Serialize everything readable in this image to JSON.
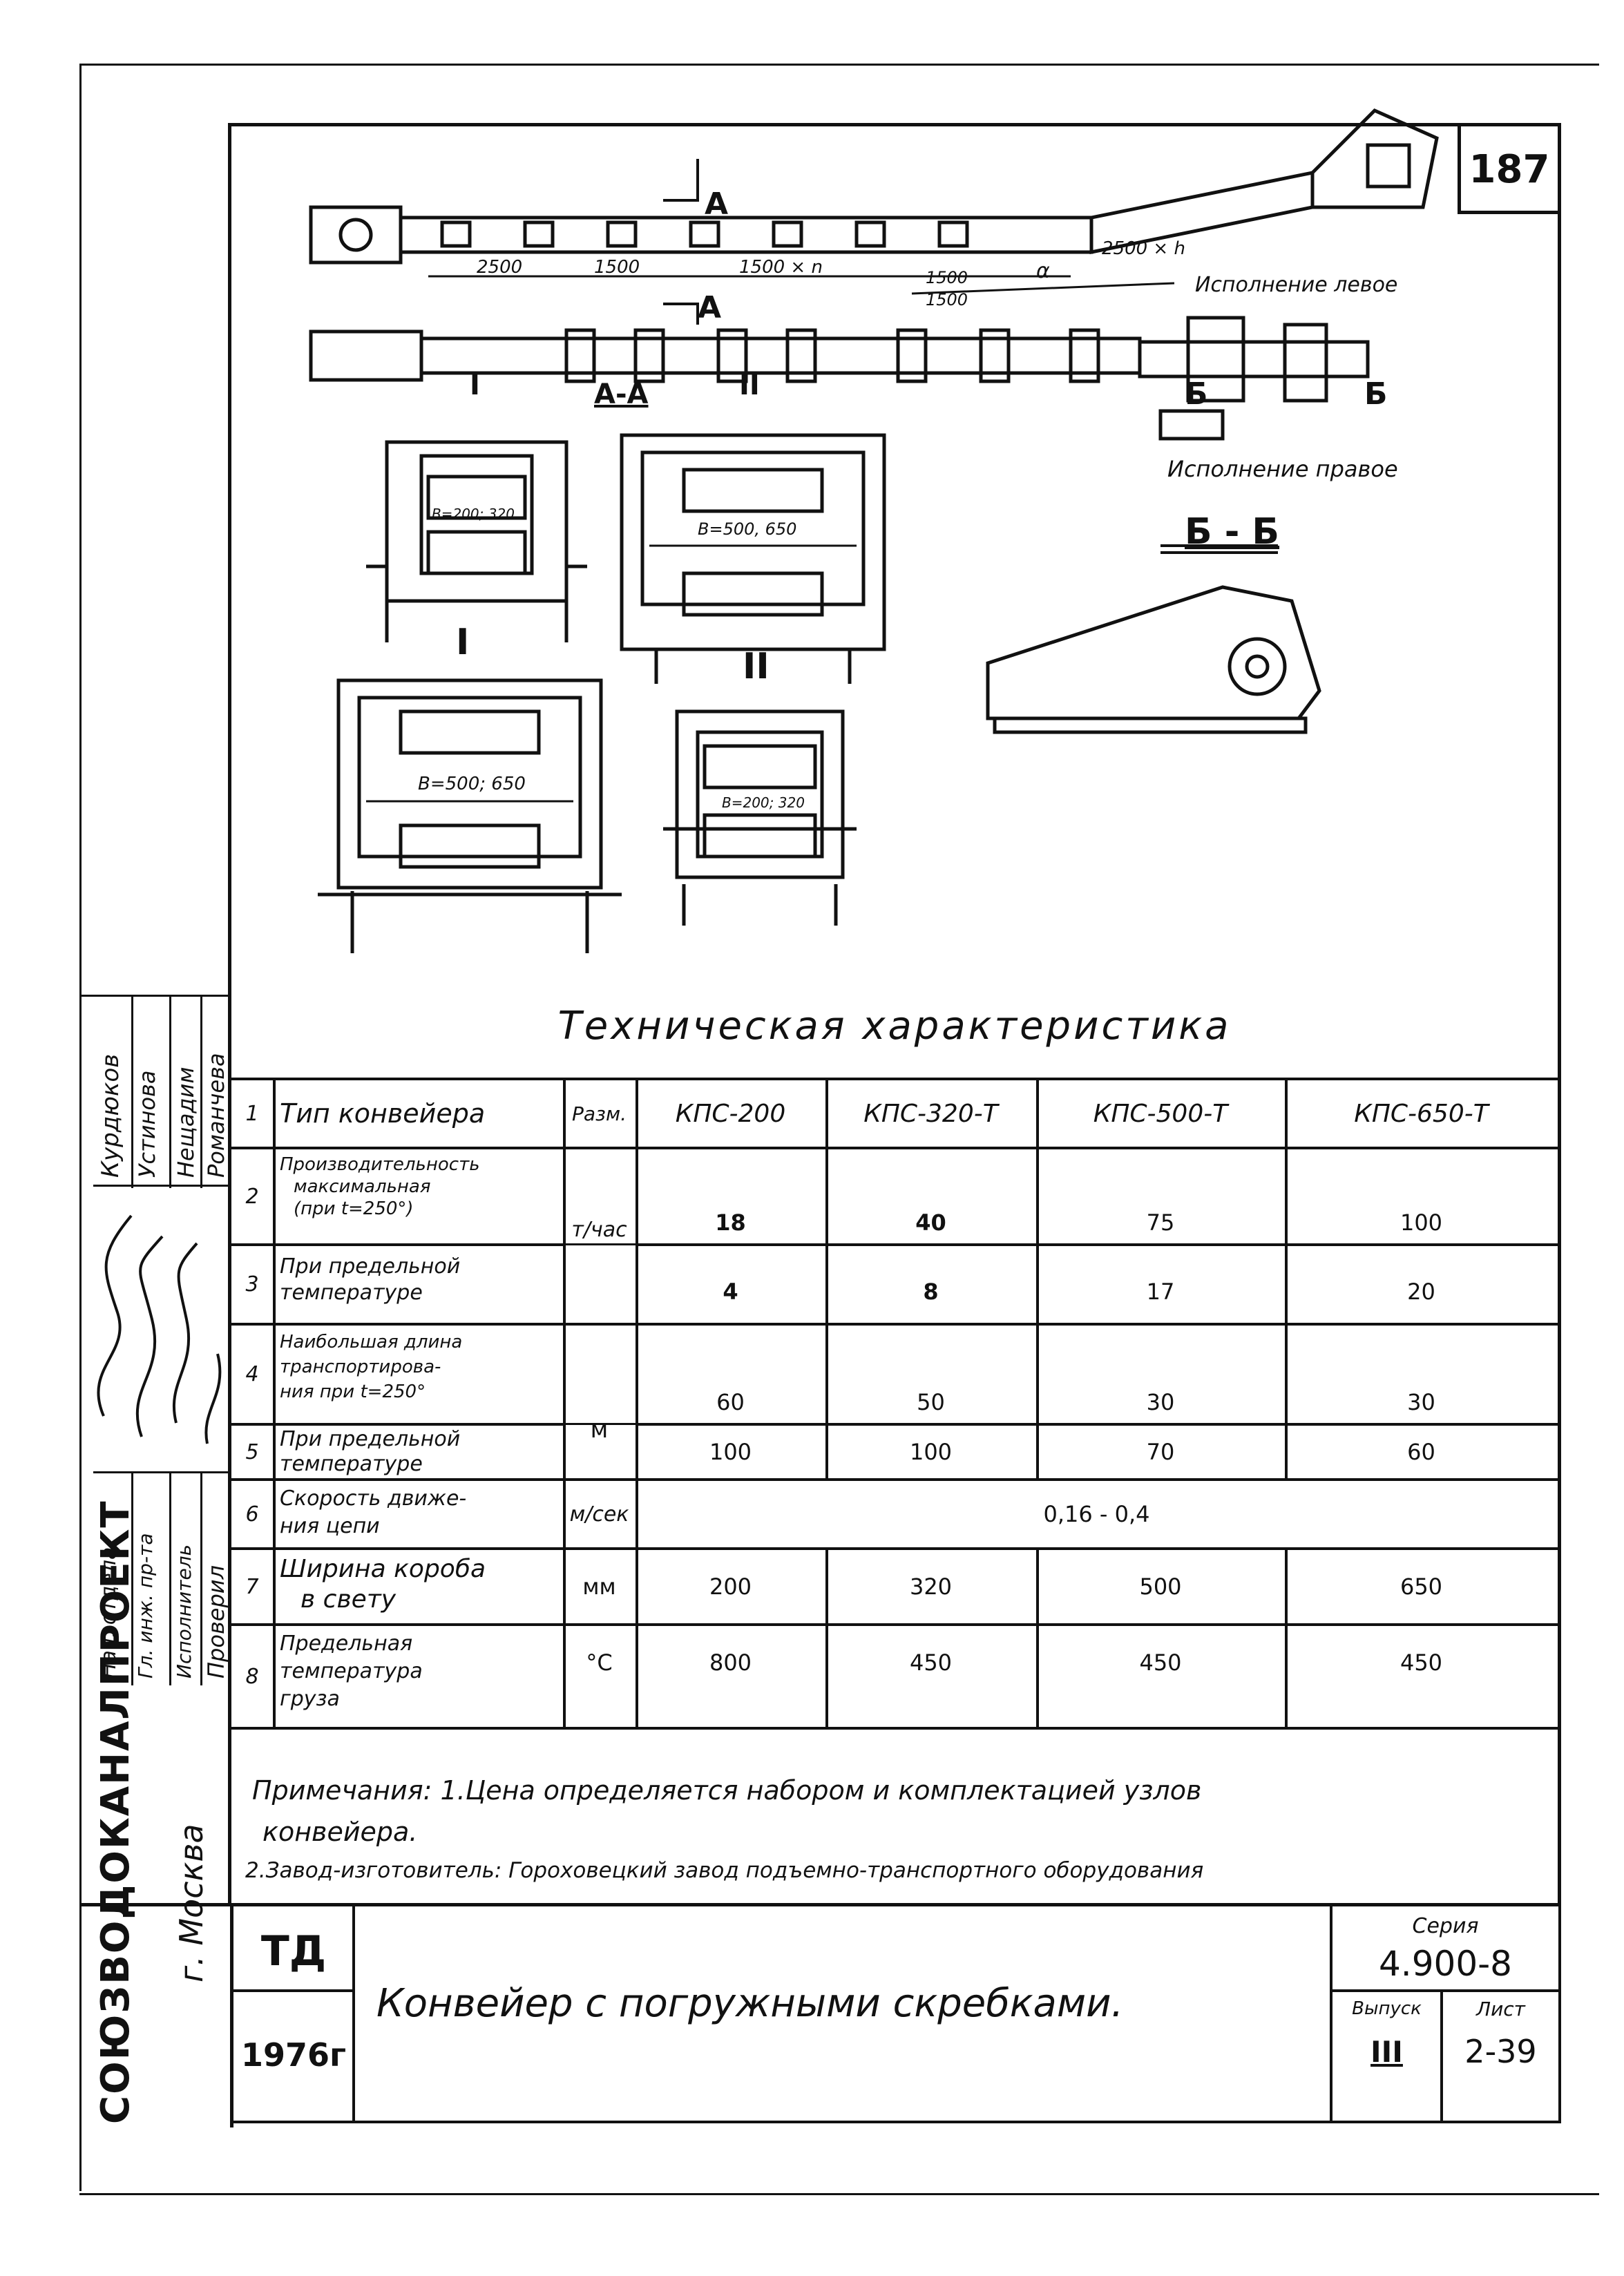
{
  "sheet": {
    "page_number": "187",
    "drawing_labels": {
      "section_a": "А",
      "section_aa": "А-А",
      "section_b": "Б",
      "section_bb": "Б - Б",
      "detail_1": "I",
      "detail_2": "II",
      "dim_2500": "2500",
      "dim_1500": "1500",
      "dim_1500n": "1500 × n",
      "dim_1500b": "1500",
      "dim_1500c": "1500",
      "dim_2500n": "2500 × h",
      "angle": "α",
      "left_variant": "Исполнение левое",
      "right_variant": "Исполнение правое",
      "width_small_top": "В=200; 320",
      "width_large_top": "В=500, 650",
      "width_large_bottom": "В=500; 650",
      "width_small_bottom": "В=200; 320"
    }
  },
  "spec": {
    "title": "Техническая характеристика",
    "header": {
      "num": "1",
      "name": "Тип конвейера",
      "unit": "Разм.",
      "models": [
        "КПС-200",
        "КПС-320-Т",
        "КПС-500-Т",
        "КПС-650-Т"
      ]
    },
    "rows": [
      {
        "num": "2",
        "name": [
          "Производительность",
          "максимальная",
          "(при t=250°)"
        ],
        "values": [
          "18",
          "40",
          "75",
          "100"
        ]
      },
      {
        "num": "3",
        "name": [
          "При предельной",
          "температуре"
        ],
        "values": [
          "4",
          "8",
          "17",
          "20"
        ]
      },
      {
        "num": "4",
        "name": [
          "Наибольшая длина",
          "транспортирова-",
          "ния при t=250°"
        ],
        "values": [
          "60",
          "50",
          "30",
          "30"
        ]
      },
      {
        "num": "5",
        "name": [
          "При предельной",
          "температуре"
        ],
        "values": [
          "100",
          "100",
          "70",
          "60"
        ]
      },
      {
        "num": "6",
        "name": [
          "Скорость движе-",
          "ния цепи"
        ],
        "merged_value": "0,16 - 0,4"
      },
      {
        "num": "7",
        "name": [
          "Ширина короба",
          "в свету"
        ],
        "values": [
          "200",
          "320",
          "500",
          "650"
        ]
      },
      {
        "num": "8",
        "name": [
          "Предельная",
          "температура",
          "груза"
        ],
        "values": [
          "800",
          "450",
          "450",
          "450"
        ]
      }
    ],
    "units": {
      "rows_2_3": "т/час",
      "rows_4_5": "м",
      "row_6": "м/сек",
      "row_7": "мм",
      "row_8": "°С"
    }
  },
  "notes": {
    "line1": "Примечания: 1.Цена определяется набором и комплектацией узлов",
    "line2": "конвейера.",
    "line3": "2.Завод-изготовитель: Гороховецкий завод подъемно-транспортного оборудования"
  },
  "title_block": {
    "org_mark": "ТД",
    "year": "1976г",
    "title": "Конвейер с погружными скребками.",
    "series_label": "Серия",
    "series_value": "4.900-8",
    "issue_label": "Выпуск",
    "issue_value": "III",
    "sheet_label": "Лист",
    "sheet_value": "2-39"
  },
  "side_stamp": {
    "org": "СОЮЗВОДОКАНАЛПРОЕКТ",
    "city": "г. Москва",
    "roles": [
      "Нач. отдела",
      "Гл. инж. пр-та",
      "Исполнитель",
      "Проверил"
    ],
    "names": [
      "Курдюков",
      "Устинова",
      "Нещадим",
      "Романчева"
    ]
  }
}
